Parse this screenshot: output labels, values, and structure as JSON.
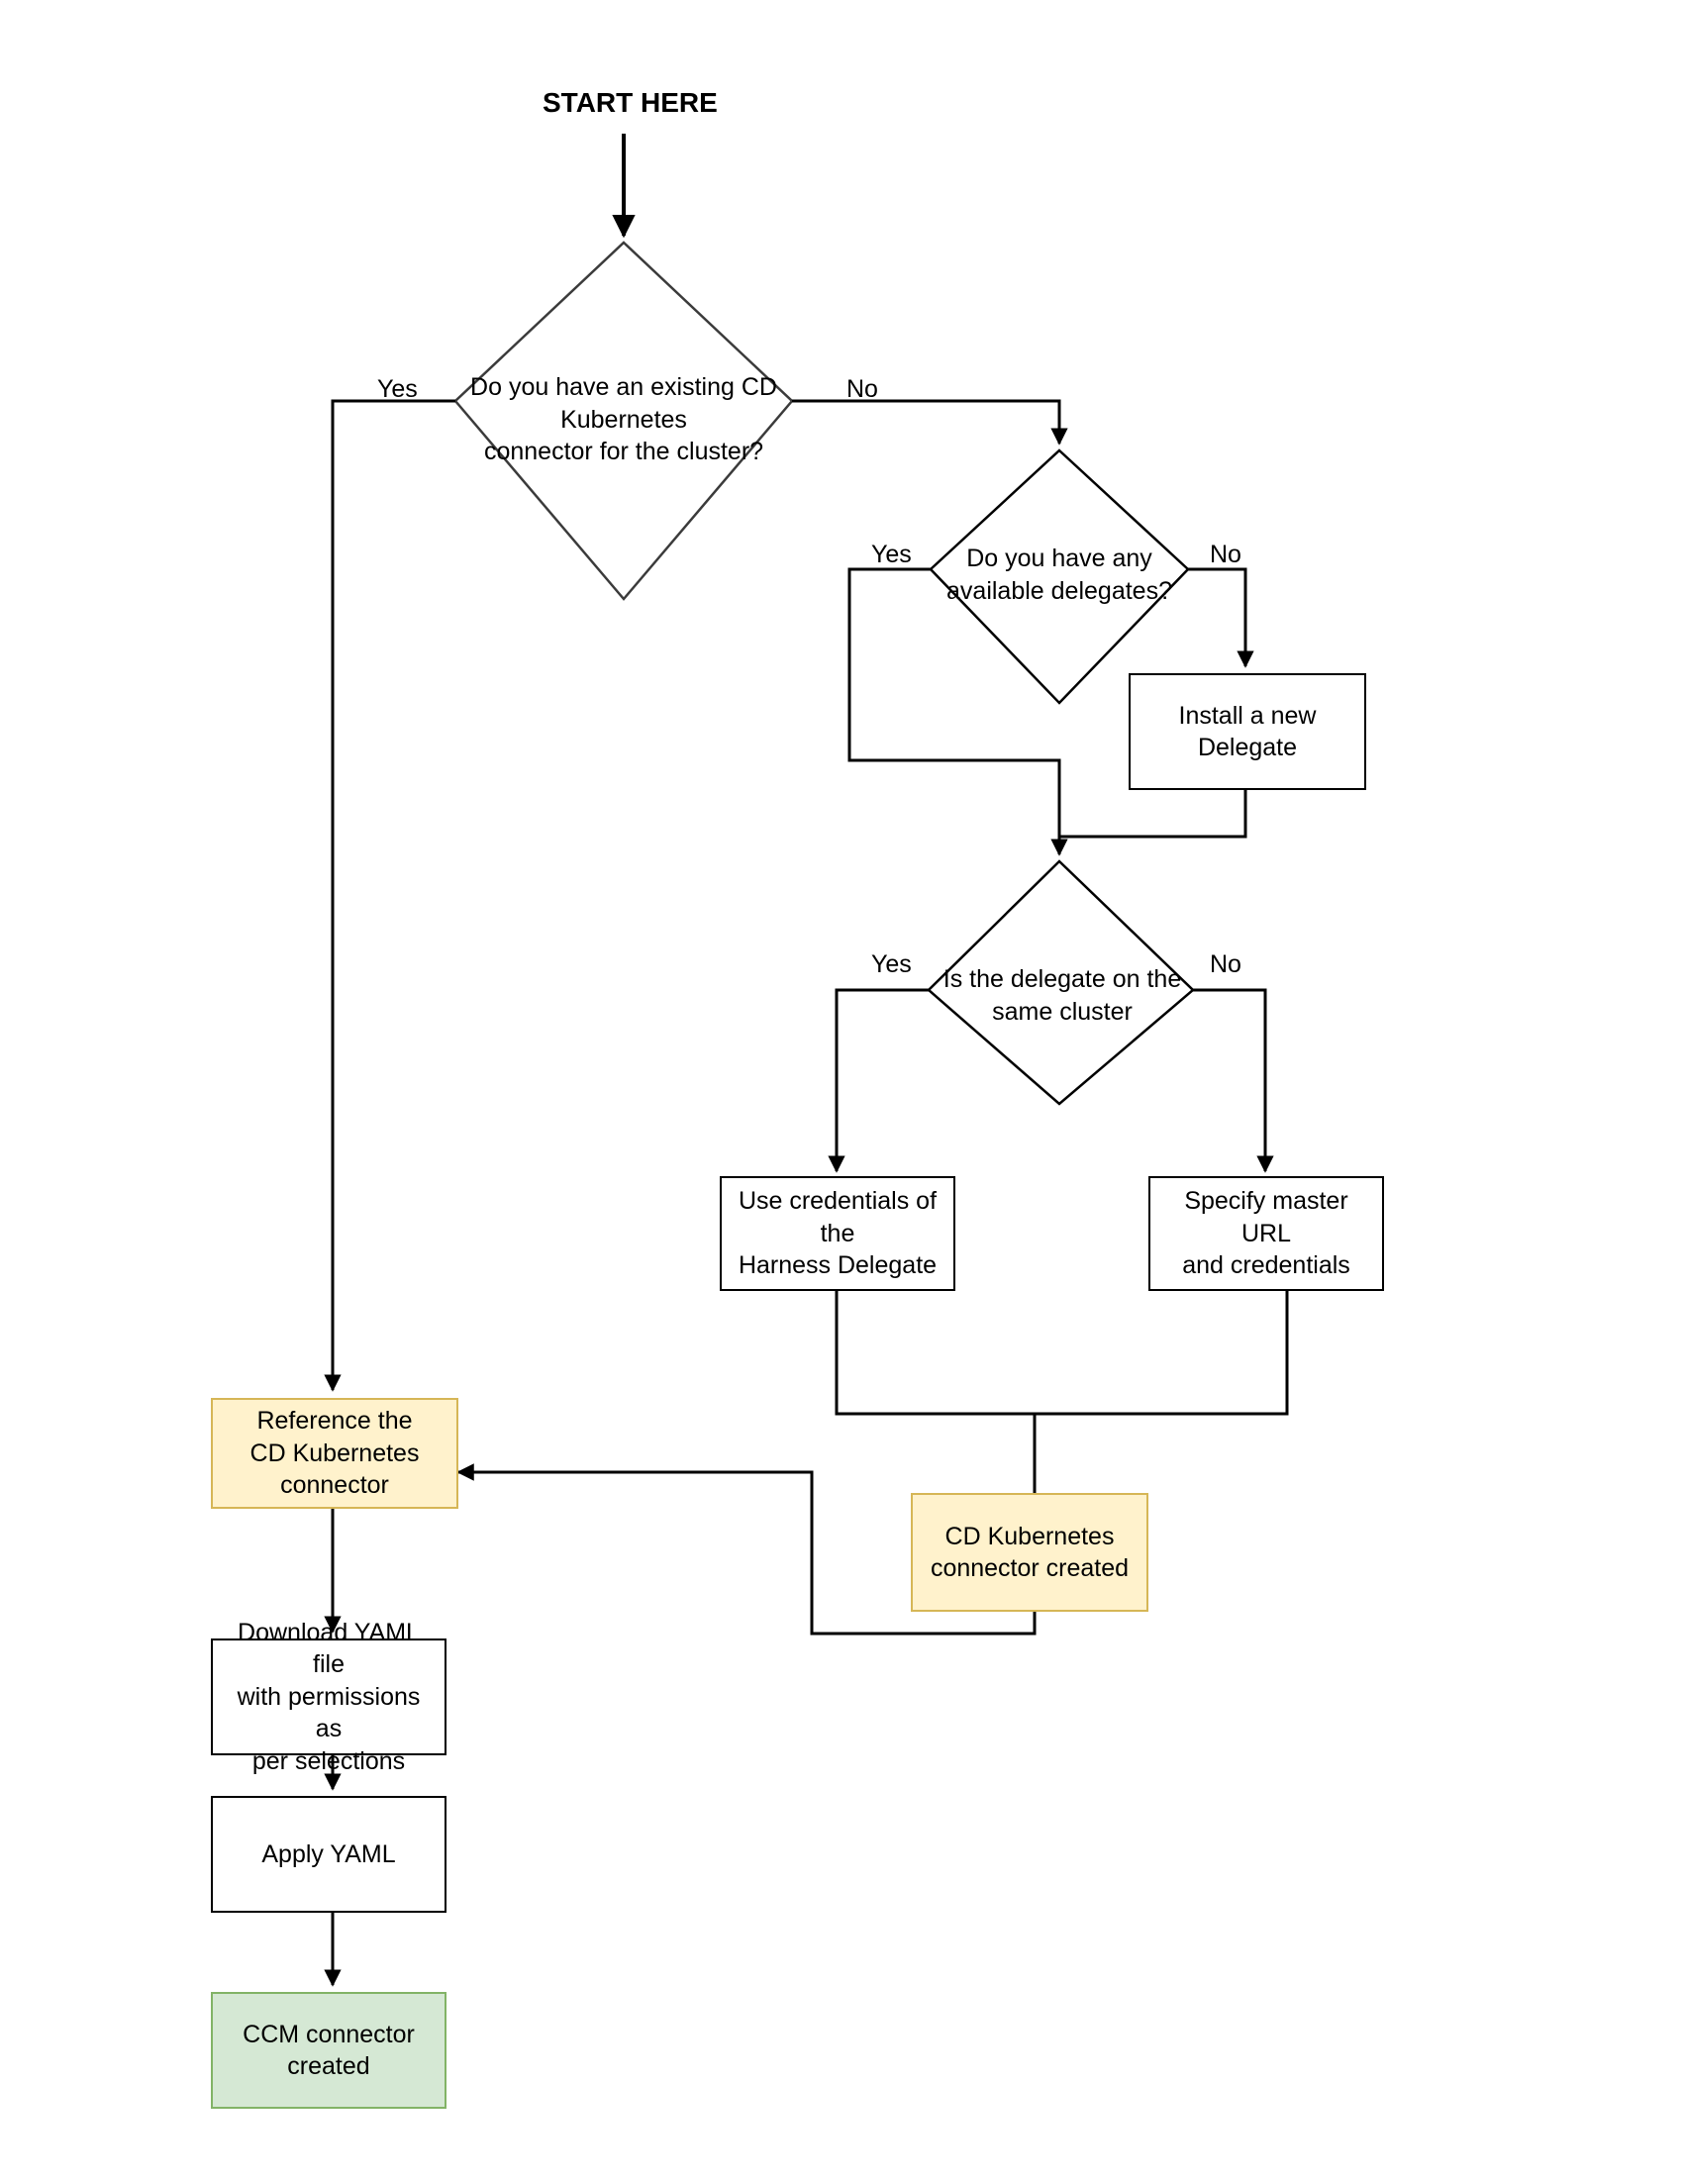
{
  "diagram": {
    "title": "START HERE",
    "type": "flowchart",
    "background": "#ffffff",
    "colors": {
      "line": "#000000",
      "box_fill": "#ffffff",
      "box_border": "#000000",
      "yellow_fill": "#FFF2CC",
      "yellow_border": "#D6B656",
      "green_fill": "#D5E8D4",
      "green_border": "#82B366"
    },
    "decisions": [
      {
        "id": "d1",
        "text": "Do you have an existing CD Kubernetes connector for the cluster?",
        "lines": [
          "Do you have an existing CD",
          "Kubernetes",
          "connector for the cluster?"
        ],
        "yes_label": "Yes",
        "no_label": "No"
      },
      {
        "id": "d2",
        "text": "Do you have any available delegates?",
        "lines": [
          "Do you have any",
          "available delegates?"
        ],
        "yes_label": "Yes",
        "no_label": "No"
      },
      {
        "id": "d3",
        "text": "Is the delegate on the same cluster",
        "lines": [
          "Is the delegate on the",
          "same cluster"
        ],
        "yes_label": "Yes",
        "no_label": "No"
      }
    ],
    "processes": [
      {
        "id": "p_install",
        "text": "Install a new Delegate",
        "lines": [
          "Install a new",
          "Delegate"
        ],
        "style": "white"
      },
      {
        "id": "p_use_creds",
        "text": "Use credentials of the Harness Delegate",
        "lines": [
          "Use credentials of the",
          "Harness Delegate"
        ],
        "style": "white"
      },
      {
        "id": "p_master_url",
        "text": "Specify master URL and credentials",
        "lines": [
          "Specify master URL",
          "and credentials"
        ],
        "style": "white"
      },
      {
        "id": "p_reference",
        "text": "Reference the CD Kubernetes connector",
        "lines": [
          "Reference the",
          "CD Kubernetes",
          "connector"
        ],
        "style": "yellow"
      },
      {
        "id": "p_cd_created",
        "text": "CD Kubernetes connector created",
        "lines": [
          "CD Kubernetes",
          "connector created"
        ],
        "style": "yellow"
      },
      {
        "id": "p_download",
        "text": "Download YAML file with permissions as per selections",
        "lines": [
          "Download YAML file",
          "with permissions as",
          "per selections"
        ],
        "style": "white"
      },
      {
        "id": "p_apply",
        "text": "Apply YAML",
        "lines": [
          "Apply YAML"
        ],
        "style": "white"
      },
      {
        "id": "p_ccm_created",
        "text": "CCM connector created",
        "lines": [
          "CCM connector",
          "created"
        ],
        "style": "green"
      }
    ],
    "edge_labels": {
      "d1_yes": "Yes",
      "d1_no": "No",
      "d2_yes": "Yes",
      "d2_no": "No",
      "d3_yes": "Yes",
      "d3_no": "No"
    }
  }
}
